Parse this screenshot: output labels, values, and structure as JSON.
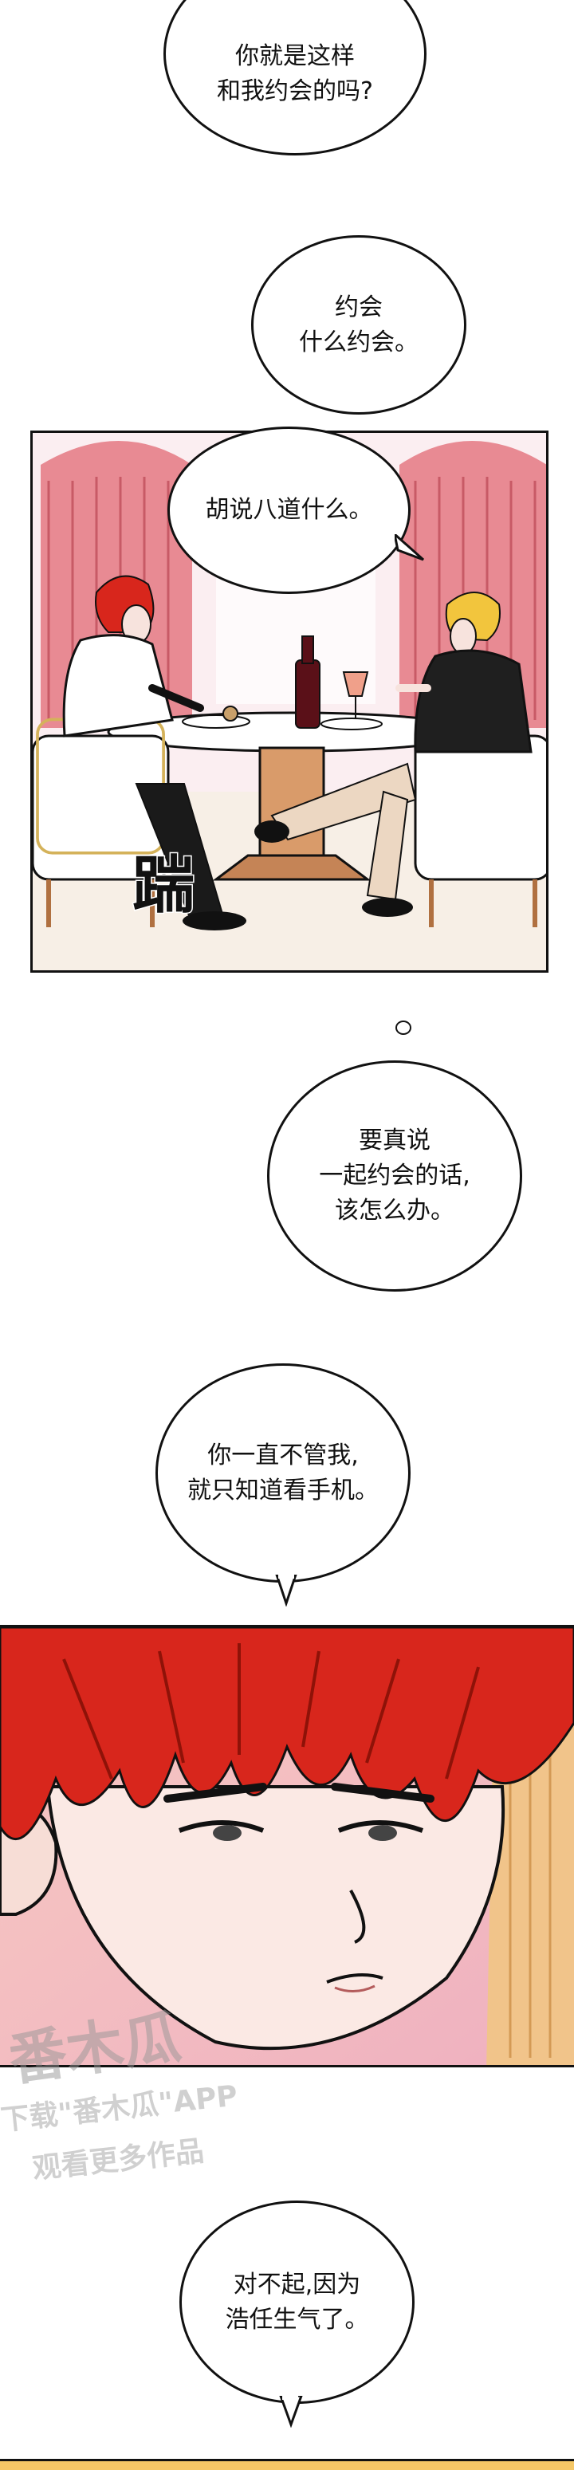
{
  "bubbles": {
    "b1": "你就是这样\n和我约会的吗?",
    "b2": "约会\n什么约会。",
    "b3": "胡说八道什么。",
    "b4": "要真说\n一起约会的话,\n该怎么办。",
    "b5": "你一直不管我,\n就只知道看手机。",
    "b6": "对不起,因为\n浩任生气了。"
  },
  "sfx": {
    "kick": "踹"
  },
  "watermark": {
    "brand": "番木瓜",
    "line1": "下载\"番木瓜\"APP",
    "line2": "观看更多作品"
  },
  "colors": {
    "red_hair": "#d8261c",
    "blonde_hair": "#f2c53d",
    "wine": "#5a1018",
    "curtain": "#e07a84",
    "skin": "#f7e3dd"
  }
}
